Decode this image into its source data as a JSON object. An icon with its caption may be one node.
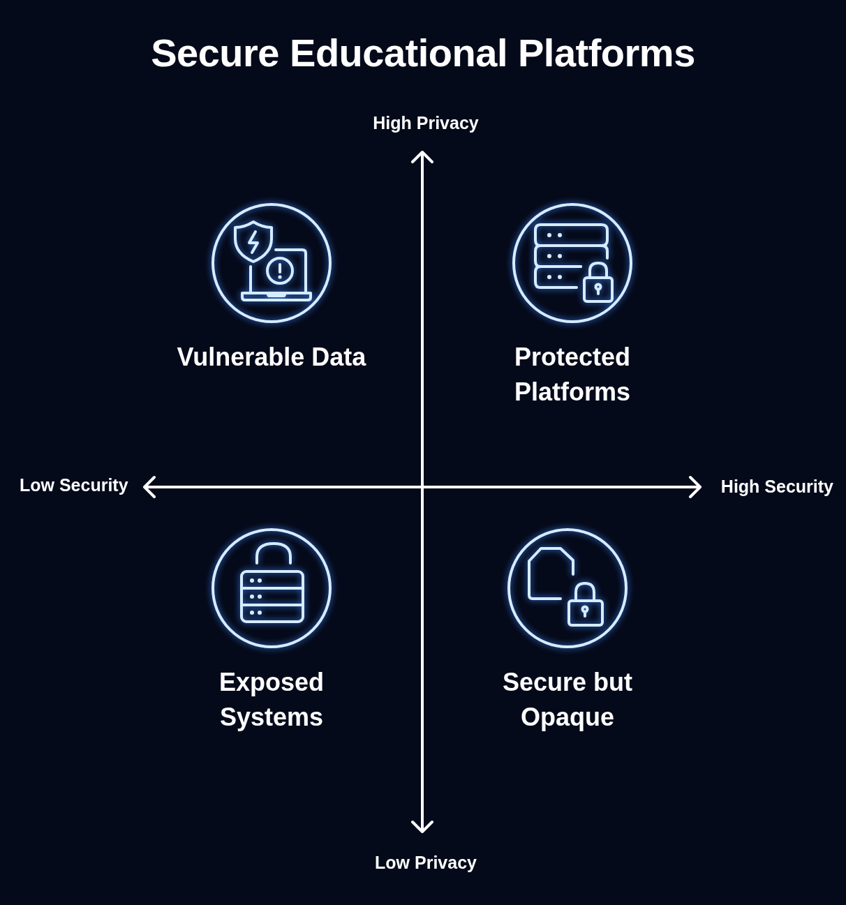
{
  "diagram": {
    "title": "Secure Educational Platforms",
    "nodes": [
      {
        "text": [
          "Vulnerable Data"
        ]
      },
      {
        "text": [
          "Protected Platforms"
        ]
      },
      {
        "text": [
          "Exposed Systems"
        ]
      },
      {
        "text": [
          "Secure but Opaque"
        ]
      }
    ],
    "labels": [
      "High Privacy",
      "Low Security",
      "High Security",
      "Low Privacy"
    ]
  }
}
